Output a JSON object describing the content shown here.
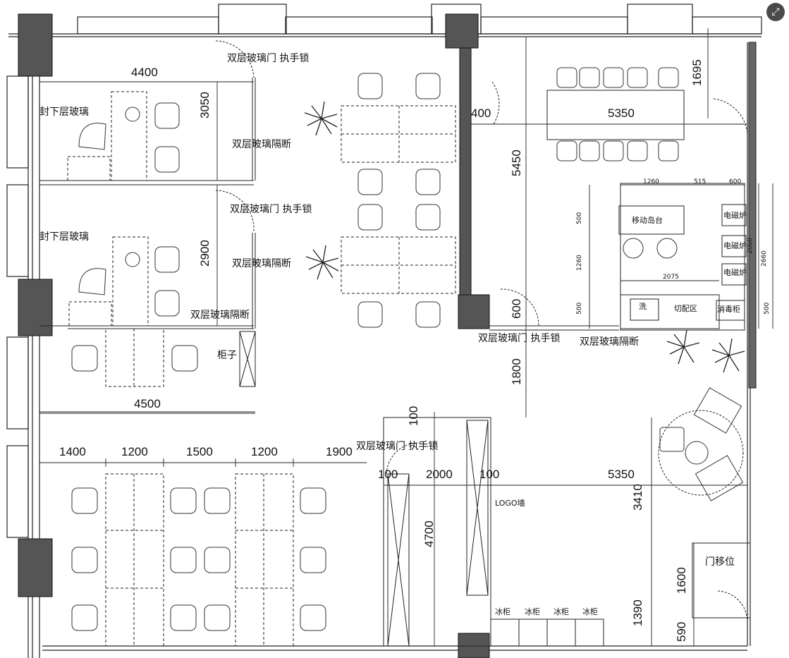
{
  "labels": {
    "door_lock": "双层玻璃门 执手锁",
    "door_lock_2": "双层玻璃门 执手锁",
    "door_lock_3": "双层玻璃门  执手锁",
    "door_lock_4": "双层玻璃门 执手锁",
    "glass_partition": "双层玻璃隔断",
    "glass_partition_2": "双层玻璃隔断",
    "glass_partition_3": "双层玻璃隔断",
    "glass_partition_4": "双层玻璃隔断",
    "seal_glass": "封下层玻璃",
    "seal_glass_2": "封下层玻璃",
    "cabinet": "柜子",
    "logo_wall": "LOGO墙",
    "door_relocate": "门移位",
    "mobile_island": "移动岛台",
    "wash": "洗",
    "prep_area": "切配区",
    "disinfect": "消毒柜",
    "induction": "电磁炉",
    "fridge": "冰柜"
  },
  "dims": {
    "d4400": "4400",
    "d3050": "3050",
    "d2900": "2900",
    "d4500": "4500",
    "d1400": "1400",
    "d1200": "1200",
    "d1500": "1500",
    "d1200b": "1200",
    "d1900": "1900",
    "d400": "400",
    "d5450": "5450",
    "d1800": "1800",
    "d600": "600",
    "d5350": "5350",
    "d1695": "1695",
    "d5350b": "5350",
    "d3410": "3410",
    "d100a": "100",
    "d100b": "100",
    "d2000": "2000",
    "d100c": "100",
    "d4700": "4700",
    "d1600": "1600",
    "d1390": "1390",
    "d590": "590",
    "k1260": "1260",
    "k515": "515",
    "k600": "600",
    "k500": "500",
    "k1260v": "1260",
    "k500b": "500",
    "k2075": "2075",
    "k2060": "2060",
    "k2660": "2660",
    "k500c": "500"
  },
  "icons": {
    "expand": "expand-icon"
  }
}
